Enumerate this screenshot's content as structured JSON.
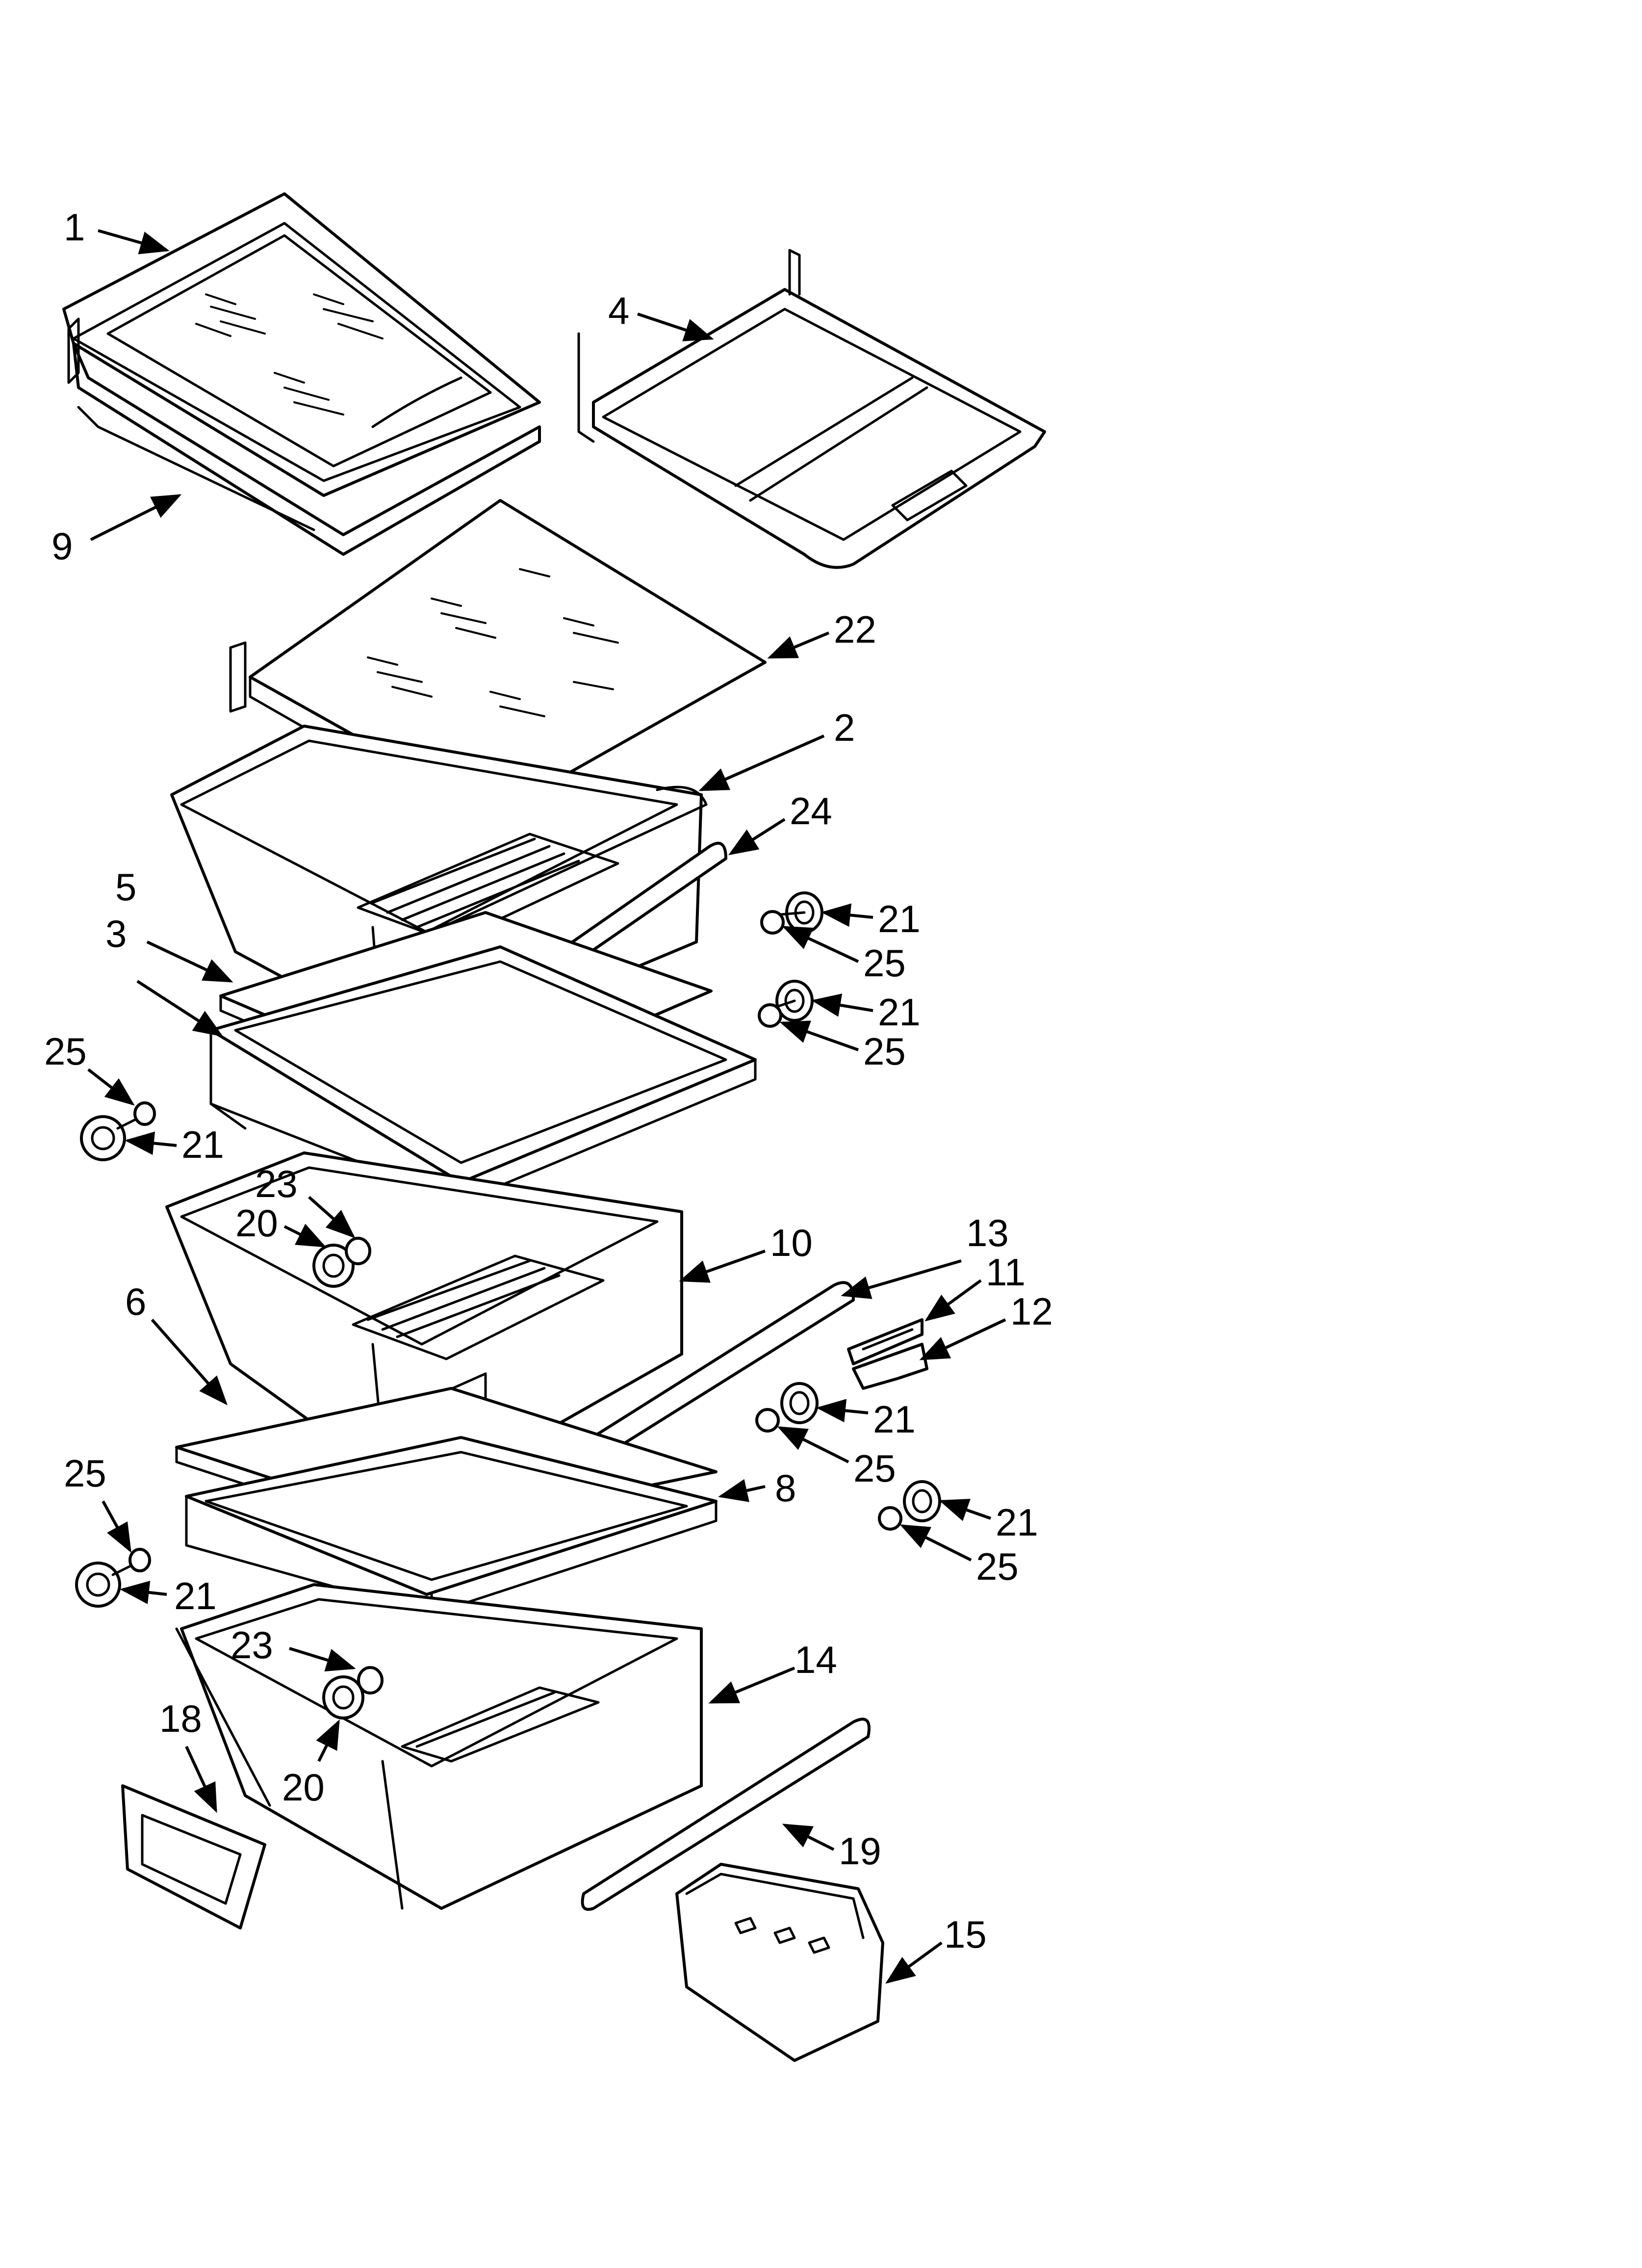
{
  "colors": {
    "line": "#000000",
    "background": "#ffffff"
  },
  "callouts": [
    {
      "id": "c1",
      "label": "1"
    },
    {
      "id": "c4",
      "label": "4"
    },
    {
      "id": "c9",
      "label": "9"
    },
    {
      "id": "c22",
      "label": "22"
    },
    {
      "id": "c2",
      "label": "2"
    },
    {
      "id": "c24",
      "label": "24"
    },
    {
      "id": "c5",
      "label": "5"
    },
    {
      "id": "c3",
      "label": "3"
    },
    {
      "id": "c21a",
      "label": "21"
    },
    {
      "id": "c25a",
      "label": "25"
    },
    {
      "id": "c21b",
      "label": "21"
    },
    {
      "id": "c25b",
      "label": "25"
    },
    {
      "id": "c25c",
      "label": "25"
    },
    {
      "id": "c21c",
      "label": "21"
    },
    {
      "id": "c23a",
      "label": "23"
    },
    {
      "id": "c20a",
      "label": "20"
    },
    {
      "id": "c10",
      "label": "10"
    },
    {
      "id": "c13",
      "label": "13"
    },
    {
      "id": "c11",
      "label": "11"
    },
    {
      "id": "c12",
      "label": "12"
    },
    {
      "id": "c6",
      "label": "6"
    },
    {
      "id": "c21d",
      "label": "21"
    },
    {
      "id": "c25d",
      "label": "25"
    },
    {
      "id": "c8",
      "label": "8"
    },
    {
      "id": "c21e",
      "label": "21"
    },
    {
      "id": "c25e",
      "label": "25"
    },
    {
      "id": "c25f",
      "label": "25"
    },
    {
      "id": "c21f",
      "label": "21"
    },
    {
      "id": "c23b",
      "label": "23"
    },
    {
      "id": "c14",
      "label": "14"
    },
    {
      "id": "c18",
      "label": "18"
    },
    {
      "id": "c20b",
      "label": "20"
    },
    {
      "id": "c19",
      "label": "19"
    },
    {
      "id": "c15",
      "label": "15"
    }
  ]
}
